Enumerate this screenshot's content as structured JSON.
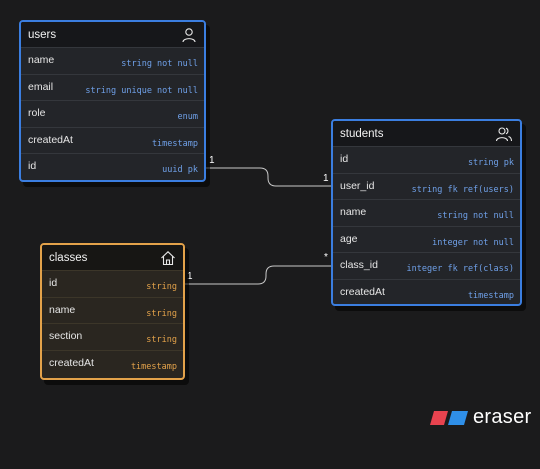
{
  "entities": {
    "users": {
      "title": "users",
      "icon": "user-icon",
      "fields": [
        {
          "name": "name",
          "type": "string not null"
        },
        {
          "name": "email",
          "type": "string unique not null"
        },
        {
          "name": "role",
          "type": "enum"
        },
        {
          "name": "createdAt",
          "type": "timestamp"
        },
        {
          "name": "id",
          "type": "uuid pk"
        }
      ]
    },
    "students": {
      "title": "students",
      "icon": "users-group-icon",
      "fields": [
        {
          "name": "id",
          "type": "string pk"
        },
        {
          "name": "user_id",
          "type": "string fk ref(users)"
        },
        {
          "name": "name",
          "type": "string not null"
        },
        {
          "name": "age",
          "type": "integer not null"
        },
        {
          "name": "class_id",
          "type": "integer fk ref(class)"
        },
        {
          "name": "createdAt",
          "type": "timestamp"
        }
      ]
    },
    "classes": {
      "title": "classes",
      "icon": "home-icon",
      "fields": [
        {
          "name": "id",
          "type": "string"
        },
        {
          "name": "name",
          "type": "string"
        },
        {
          "name": "section",
          "type": "string"
        },
        {
          "name": "createdAt",
          "type": "timestamp"
        }
      ]
    }
  },
  "relations": [
    {
      "from": "users.id",
      "to": "students.user_id",
      "from_label": "1",
      "to_label": "1"
    },
    {
      "from": "classes.id",
      "to": "students.class_id",
      "from_label": "1",
      "to_label": "*"
    }
  ],
  "colors": {
    "background": "#1b1b1c",
    "users_border": "#3b7ee0",
    "students_border": "#3b7ee0",
    "classes_border": "#e3a24a",
    "type_blue": "#6fa0e8",
    "type_orange": "#e3a24a"
  },
  "brand": {
    "name": "eraser",
    "icon": "eraser-logo-icon"
  }
}
